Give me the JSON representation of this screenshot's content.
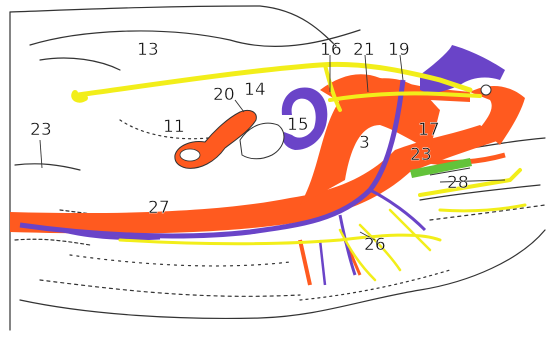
{
  "figure": {
    "labels": {
      "l3": "3",
      "l11": "11",
      "l13": "13",
      "l14": "14",
      "l15": "15",
      "l16": "16",
      "l17": "17",
      "l19": "19",
      "l20": "20",
      "l21": "21",
      "l23a": "23",
      "l23b": "23",
      "l26": "26",
      "l27": "27",
      "l28": "28"
    },
    "colors": {
      "artery": "#ff5a1f",
      "vein": "#6a44c8",
      "nerve": "#f2ee1a",
      "green_structure": "#63c33a",
      "outline": "#333333",
      "background": "#ffffff"
    }
  }
}
